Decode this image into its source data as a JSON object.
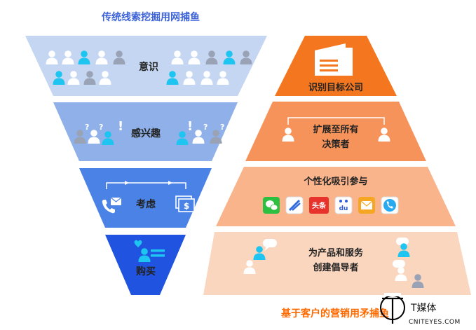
{
  "left_title": "传统线索挖掘用网捕鱼",
  "right_title": "基于客户的营销用矛捕鱼",
  "funnel": {
    "stages": [
      {
        "label": "意识",
        "color": "#c5d6f2"
      },
      {
        "label": "感兴趣",
        "color": "#8fb0e8"
      },
      {
        "label": "考虑",
        "color": "#4a82e6"
      },
      {
        "label": "购买",
        "color": "#1f53e0"
      }
    ]
  },
  "pyramid": {
    "stages": [
      {
        "label": "识别目标公司",
        "color": "#f4771f"
      },
      {
        "label_line1": "扩展至所有",
        "label_line2": "决策者",
        "color": "#f6935a"
      },
      {
        "label": "个性化吸引参与",
        "color": "#f9b48c"
      },
      {
        "label_line1": "为产品和服务",
        "label_line2": "创建倡导者",
        "color": "#fbd6bf"
      }
    ],
    "channel_icons": [
      "wechat-icon",
      "feather-icon",
      "toutiao-icon",
      "baidu-icon",
      "email-icon",
      "phone-icon"
    ],
    "toutiao_text": "头条",
    "baidu_text": "du"
  },
  "marks": {
    "question": "?",
    "exclaim": "!",
    "dollar": "$"
  },
  "colors": {
    "person_blue": "#1ec5f0",
    "person_gray": "#9aa3b5",
    "person_white": "#ffffff",
    "accent_orange": "#ff6a00"
  },
  "brand": {
    "cn": "T媒体",
    "en": "CNITEYES.COM"
  }
}
